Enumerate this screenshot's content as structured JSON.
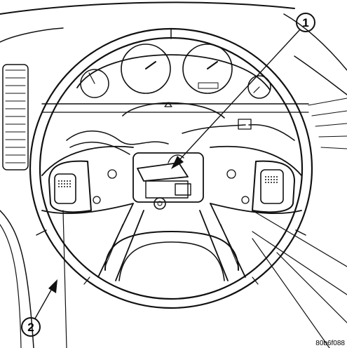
{
  "callouts": [
    {
      "id": "1",
      "label": "1"
    },
    {
      "id": "2",
      "label": "2"
    }
  ],
  "figure_code": "80b6f088",
  "colors": {
    "line": "#111111",
    "background": "#ffffff",
    "shade": "#d8d8d8"
  }
}
